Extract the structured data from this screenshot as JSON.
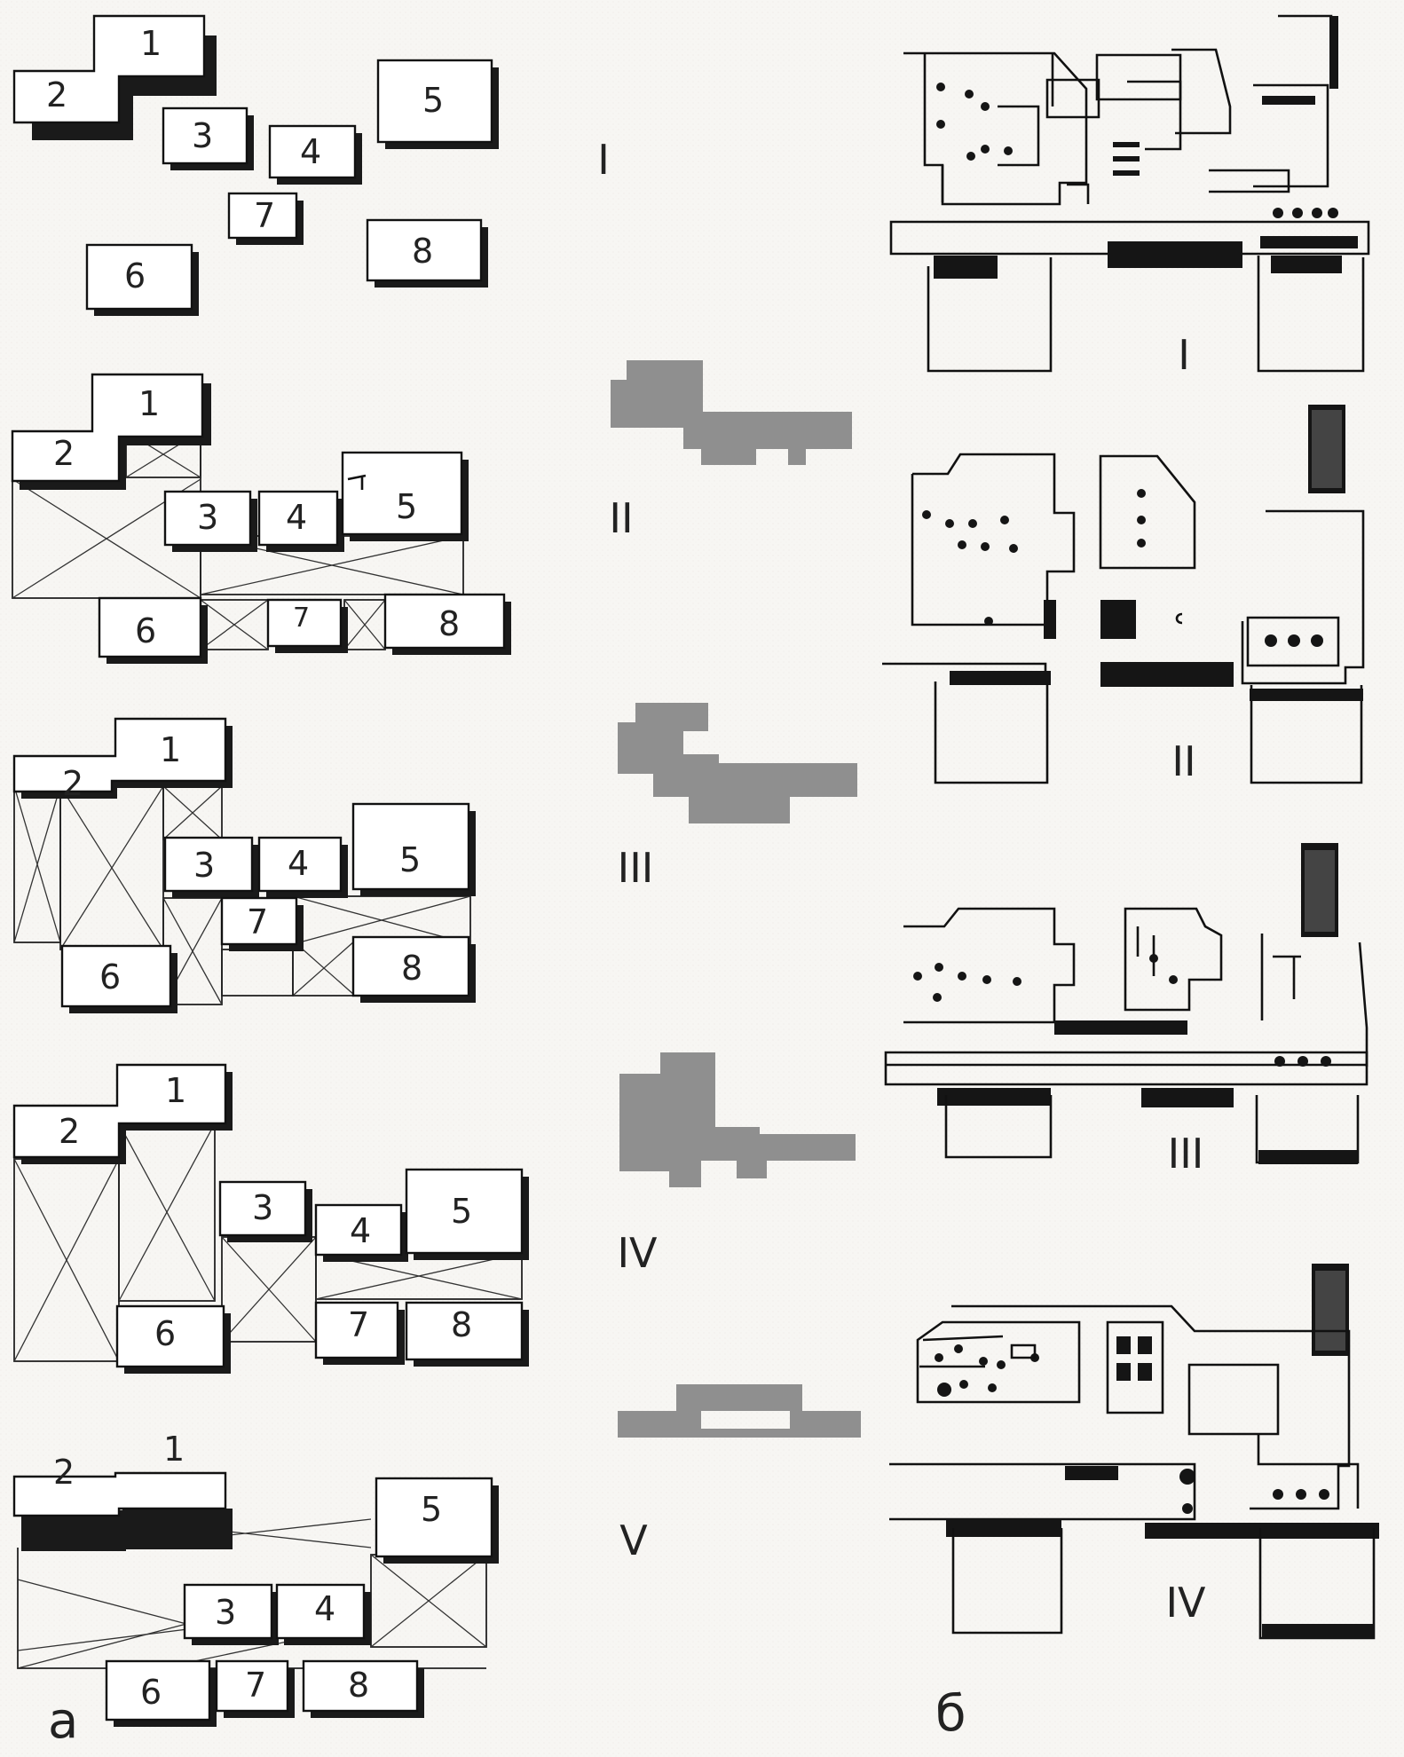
{
  "panel_labels": {
    "a": "а",
    "b": "б"
  },
  "block_numbers": [
    "1",
    "2",
    "3",
    "4",
    "5",
    "6",
    "7",
    "8"
  ],
  "roman": [
    "I",
    "II",
    "III",
    "IV",
    "V"
  ],
  "machine_labels": [
    "I",
    "II",
    "III",
    "IV"
  ]
}
